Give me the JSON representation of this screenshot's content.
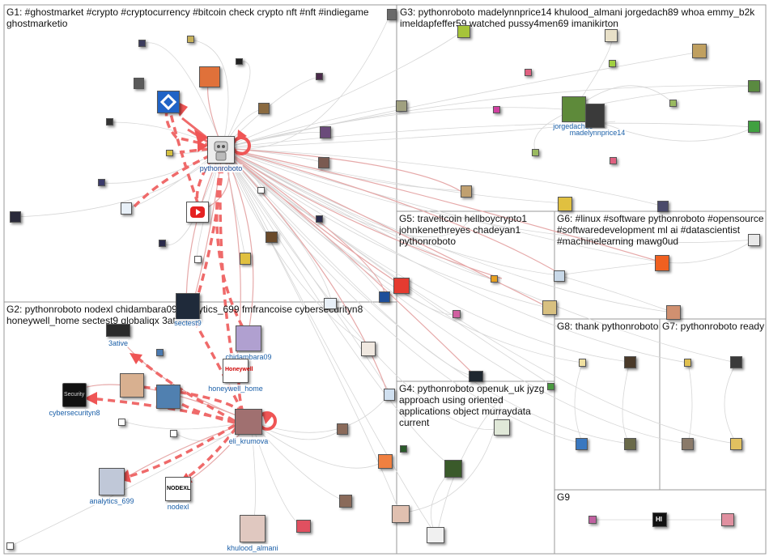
{
  "groups": [
    {
      "id": "G1",
      "label": "G1: #ghostmarket #crypto #cryptocurrency #bitcoin check crypto nft #nft #indiegame ghostmarketio"
    },
    {
      "id": "G2",
      "label": "G2: pythonroboto nodexl chidambara09 analytics_699 fmfrancoise cybersecurityn8 honeywell_home sectest9 globaliqx 3ative"
    },
    {
      "id": "G3",
      "label": "G3: pythonroboto madelynnprice14 khulood_almani jorgedach89 whoa emmy_b2k imeldapfeffer59 watched pussy4men69 imanikirton"
    },
    {
      "id": "G4",
      "label": "G4: pythonroboto openuk_uk jyzg approach using oriented applications object murraydata current"
    },
    {
      "id": "G5",
      "label": "G5: traveltcoin hellboycrypto1 johnkenethreyes chadeyan1 pythonroboto"
    },
    {
      "id": "G6",
      "label": "G6: #linux #software pythonroboto #opensource #softwaredevelopment ml ai #datascientist #machinelearning mawg0ud"
    },
    {
      "id": "G7",
      "label": "G7: pythonroboto ready"
    },
    {
      "id": "G8",
      "label": "G8: thank pythonroboto"
    },
    {
      "id": "G9",
      "label": "G9"
    }
  ],
  "node_labels": {
    "pythonroboto": "pythonroboto",
    "jorgedach89": "jorgedach89",
    "madelynnprice14": "madelynnprice14",
    "3ative": "3ative",
    "sectest9": "sectest9",
    "chidambara09": "chidambara09",
    "honeywell_home": "honeywell_home",
    "cybersecurityn8": "cybersecurityn8",
    "eli_krumova": "eli_krumova",
    "analytics_699": "analytics_699",
    "nodexl": "nodexl",
    "khulood_almani": "khulood_almani"
  },
  "node_text": {
    "honeywell": "Honeywell",
    "nodexl": "NODEXL",
    "security": "Security",
    "hi": "HI"
  },
  "colors": {
    "edge_self": "#e33a3a",
    "edge_light": "#e8a0a0",
    "edge_gray": "#c9c9c9",
    "box": "#9a9a9a",
    "label_blue": "#1a5fa8"
  }
}
